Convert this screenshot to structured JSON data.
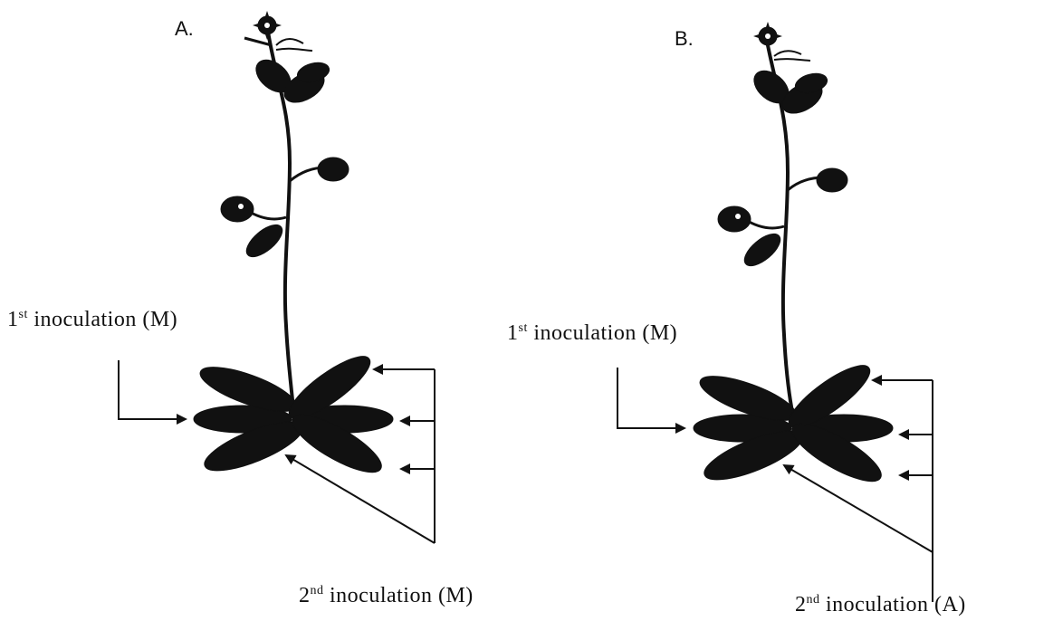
{
  "panels": [
    {
      "label": "A.",
      "first_num": "1",
      "first_sup": "st",
      "first_text": " inoculation (M)",
      "second_num": "2",
      "second_sup": "nd",
      "second_text": " inoculation (M)"
    },
    {
      "label": "B.",
      "first_num": "1",
      "first_sup": "st",
      "first_text": " inoculation (M)",
      "second_num": "2",
      "second_sup": "nd",
      "second_text": " inoculation (A)"
    }
  ],
  "colors": {
    "plant": "#111111",
    "ink": "#111111",
    "background": "#ffffff"
  },
  "icons": [
    "plant-silhouette-icon",
    "flower-icon",
    "arrow-icon"
  ]
}
